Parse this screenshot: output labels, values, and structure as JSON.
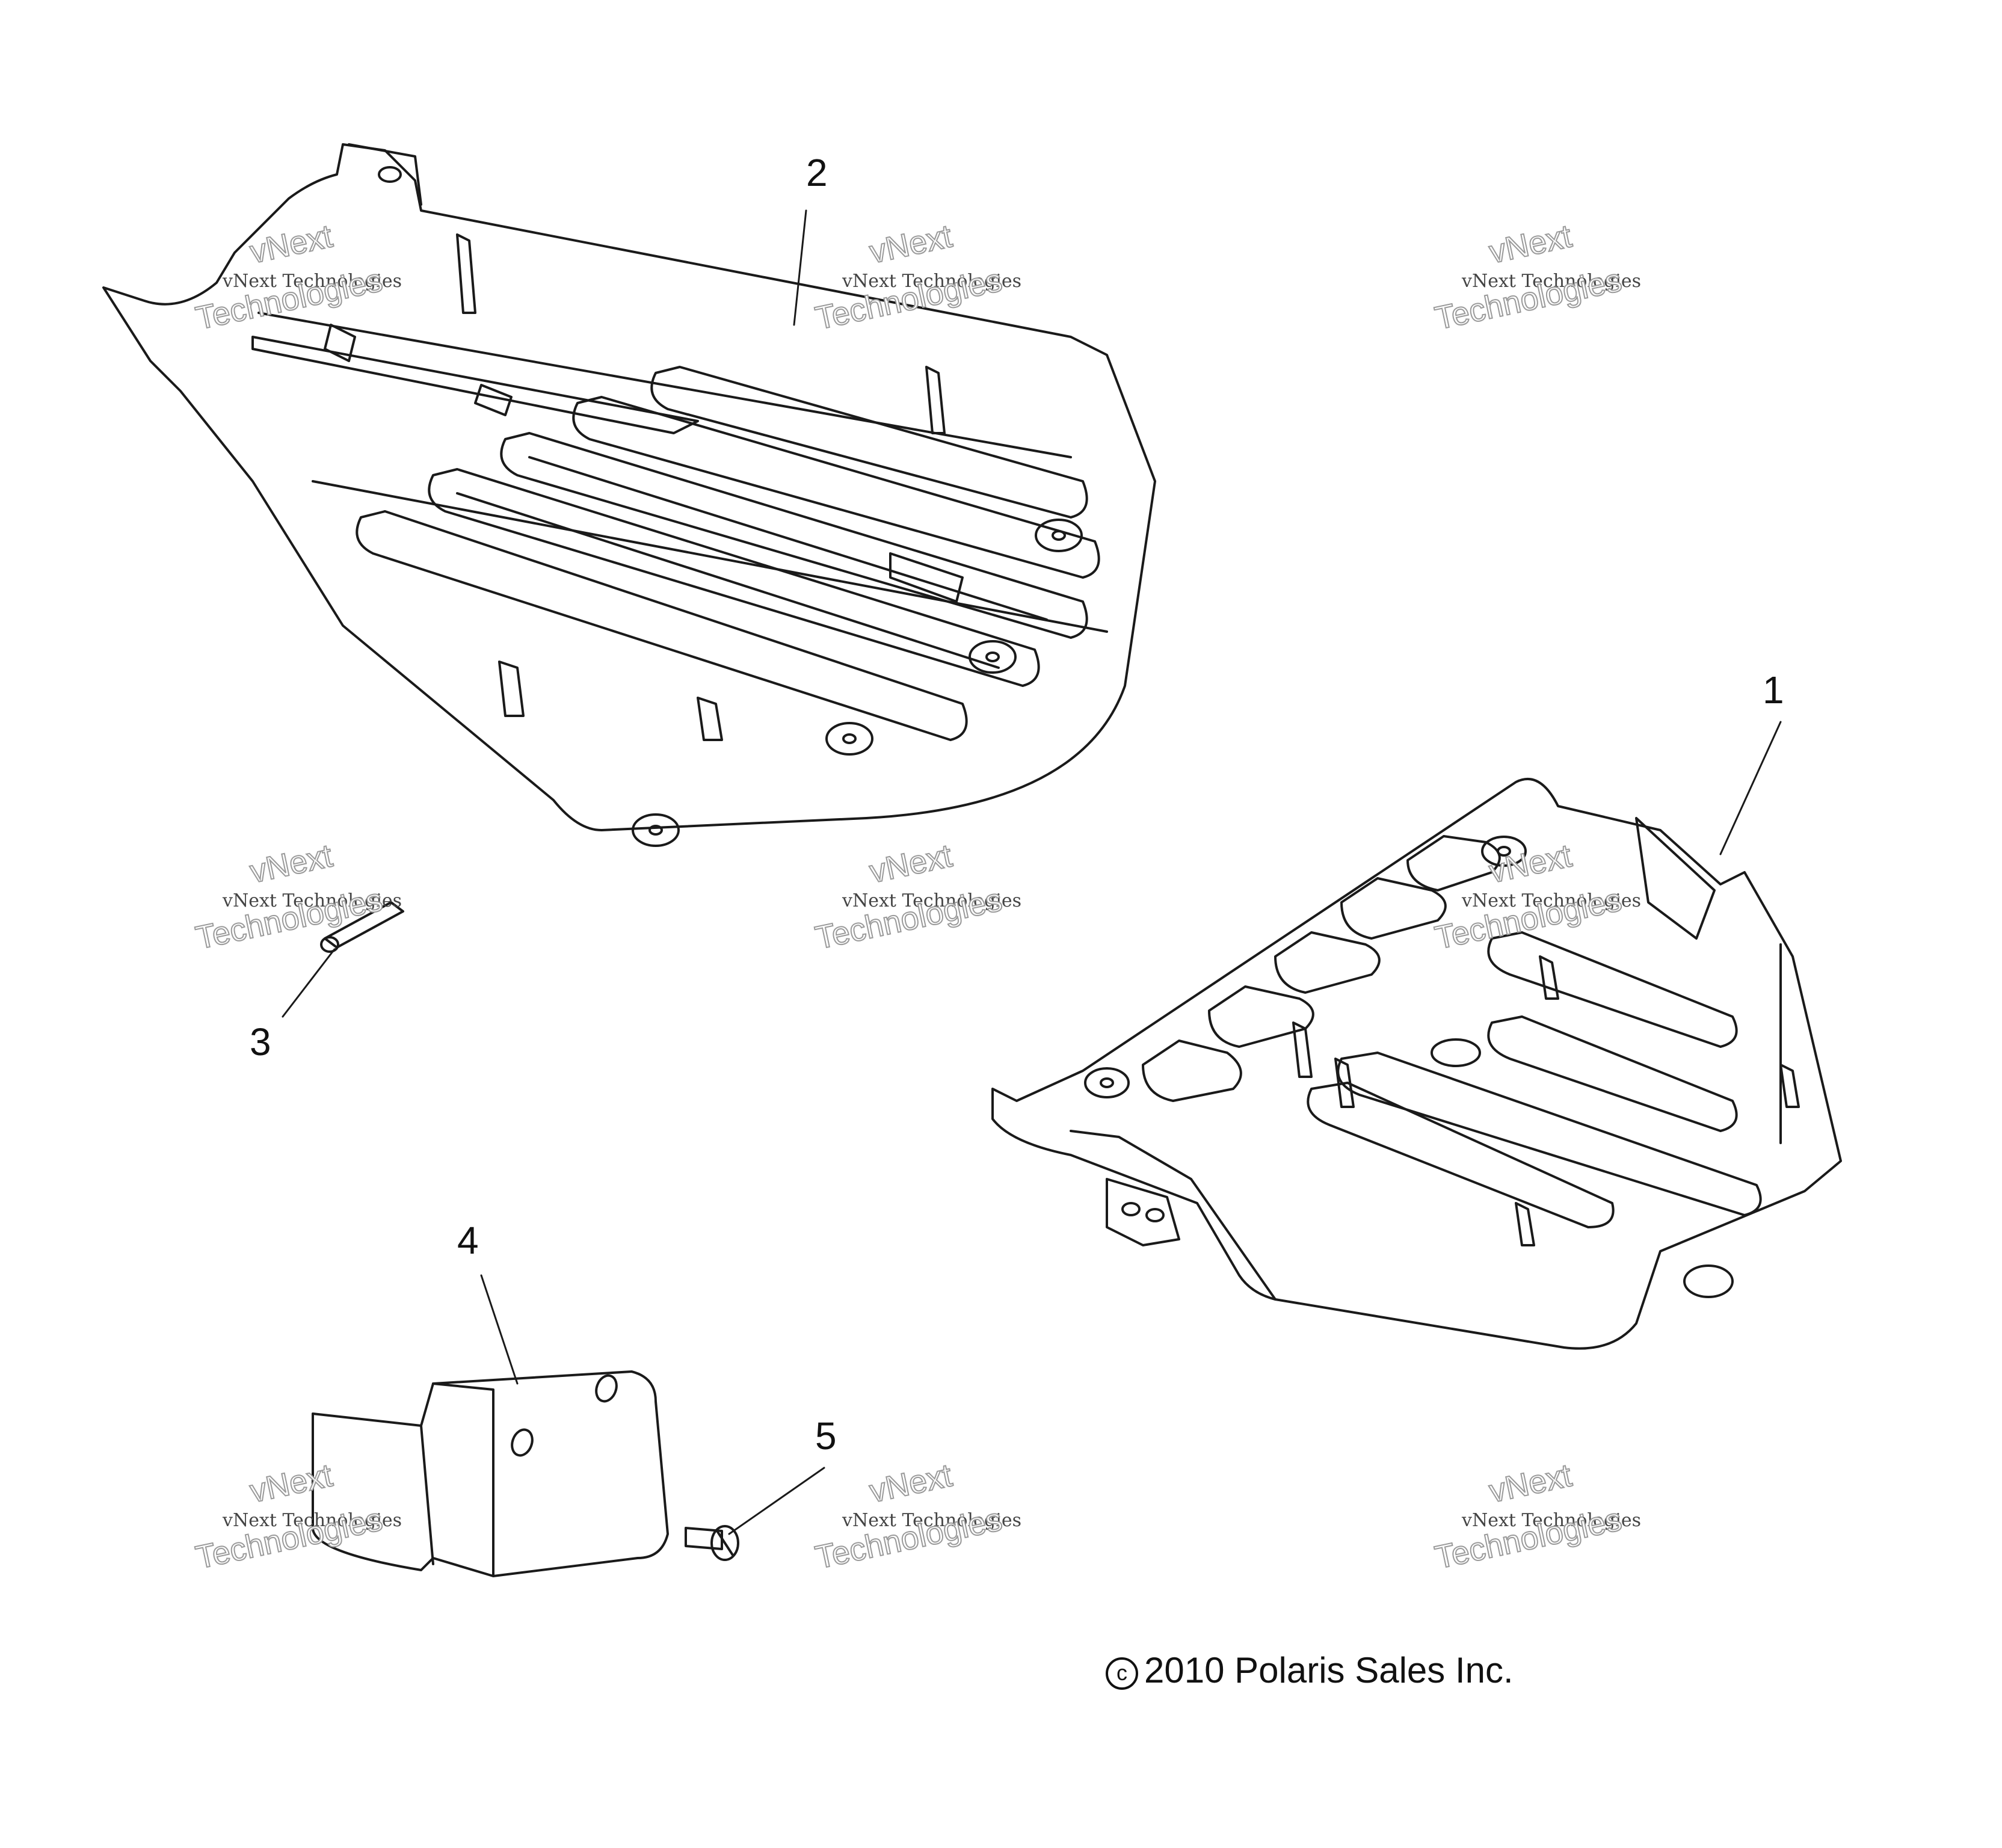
{
  "callouts": [
    {
      "id": "1",
      "label": "1"
    },
    {
      "id": "2",
      "label": "2"
    },
    {
      "id": "3",
      "label": "3"
    },
    {
      "id": "4",
      "label": "4"
    },
    {
      "id": "5",
      "label": "5"
    }
  ],
  "watermark": {
    "line_small": "vNext Technologies",
    "line_big_1": "vNext",
    "line_big_2": "Technologies"
  },
  "copyright": {
    "symbol": "c",
    "text": "2010 Polaris Sales Inc."
  }
}
